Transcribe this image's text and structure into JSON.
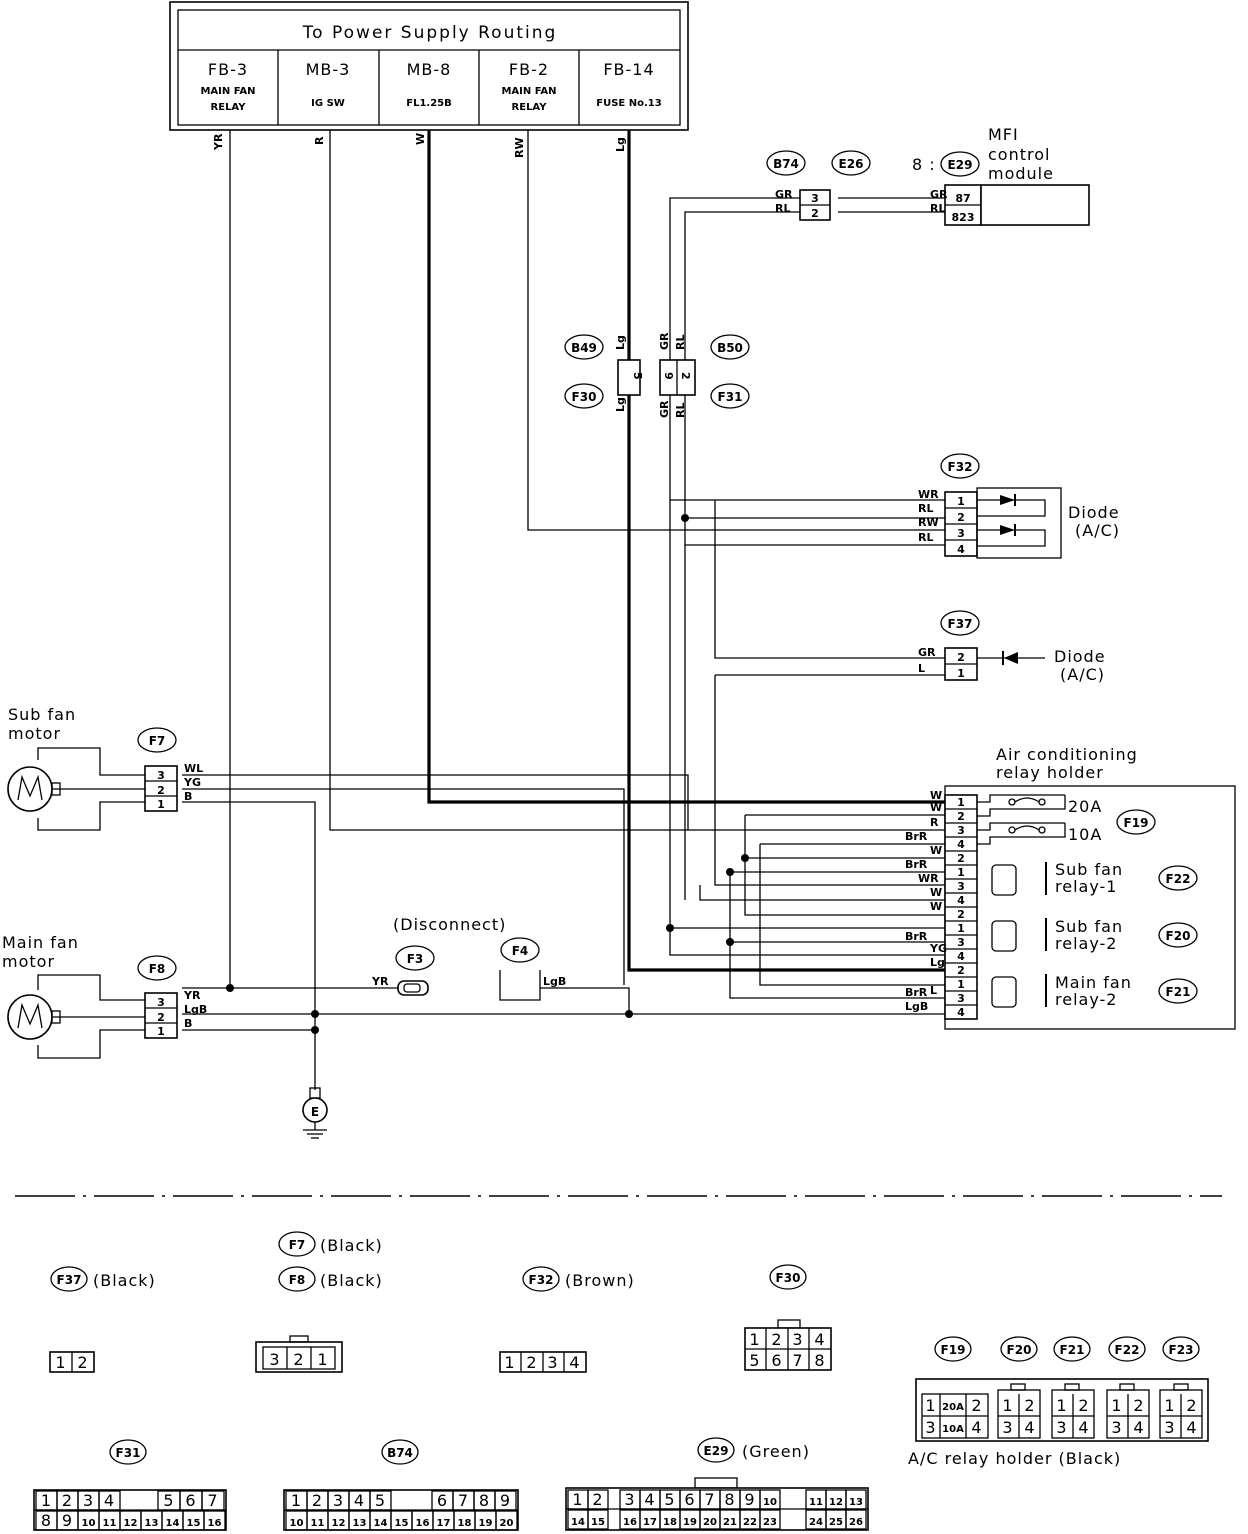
{
  "header": {
    "title": "To Power Supply Routing",
    "columns": [
      {
        "code": "FB-3",
        "sub1": "MAIN FAN",
        "sub2": "RELAY"
      },
      {
        "code": "MB-3",
        "sub1": "IG SW",
        "sub2": ""
      },
      {
        "code": "MB-8",
        "sub1": "FL1.25B",
        "sub2": ""
      },
      {
        "code": "FB-2",
        "sub1": "MAIN FAN",
        "sub2": "RELAY"
      },
      {
        "code": "FB-14",
        "sub1": "FUSE No.13",
        "sub2": ""
      }
    ],
    "wires": [
      "YR",
      "R",
      "W",
      "RW",
      "Lg"
    ]
  },
  "mfi": {
    "line1": "MFI",
    "line2": "control",
    "line3": "module",
    "prefix": "8 :",
    "conn": "E29",
    "pins": [
      "87",
      "823"
    ],
    "wires": [
      "GR",
      "RL"
    ]
  },
  "b74_e26": {
    "conn1": "B74",
    "conn2": "E26",
    "pins": [
      "3",
      "2"
    ],
    "wires": [
      "GR",
      "RL"
    ]
  },
  "b49_f30": {
    "conn_top": "B49",
    "conn_bottom": "F30",
    "pin": "5",
    "wire": "Lg"
  },
  "b50_f31": {
    "conn_top": "B50",
    "conn_bottom": "F31",
    "pins": [
      "9",
      "2"
    ],
    "wires": [
      "GR",
      "RL"
    ]
  },
  "f32": {
    "conn": "F32",
    "pins": [
      "1",
      "2",
      "3",
      "4"
    ],
    "wires": [
      "WR",
      "RL",
      "RW",
      "RL"
    ],
    "label1": "Diode",
    "label2": "(A/C)"
  },
  "f37": {
    "conn": "F37",
    "pins": [
      "2",
      "1"
    ],
    "wires": [
      "GR",
      "L"
    ],
    "label1": "Diode",
    "label2": "(A/C)"
  },
  "sub_fan": {
    "label1": "Sub fan",
    "label2": "motor",
    "conn": "F7",
    "pins": [
      "3",
      "2",
      "1"
    ],
    "wires": [
      "WL",
      "YG",
      "B"
    ]
  },
  "main_fan": {
    "label1": "Main fan",
    "label2": "motor",
    "conn": "F8",
    "pins": [
      "3",
      "2",
      "1"
    ],
    "wires": [
      "YR",
      "LgB",
      "B"
    ]
  },
  "disconnect": {
    "label": "(Disconnect)",
    "f3": "F3",
    "f3_wire": "YR",
    "f4": "F4",
    "f4_wire": "LgB"
  },
  "ground": {
    "label": "E"
  },
  "relay_holder": {
    "label1": "Air conditioning",
    "label2": "relay holder",
    "fuses": [
      {
        "amp": "20A",
        "conn": "F19"
      },
      {
        "amp": "10A",
        "conn": ""
      }
    ],
    "relays": [
      {
        "name1": "Sub fan",
        "name2": "relay-1",
        "conn": "F22"
      },
      {
        "name1": "Sub fan",
        "name2": "relay-2",
        "conn": "F20"
      },
      {
        "name1": "Main fan",
        "name2": "relay-2",
        "conn": "F21"
      }
    ],
    "pins": [
      "1",
      "2",
      "3",
      "4",
      "2",
      "1",
      "3",
      "4",
      "2",
      "1",
      "3",
      "4",
      "2",
      "1",
      "3",
      "4"
    ],
    "wires": [
      "W",
      "W",
      "R",
      "BrR",
      "W",
      "BrR",
      "WR",
      "W",
      "W",
      "BrR",
      "YG",
      "Lg",
      "L",
      "BrR",
      "LgB",
      ""
    ]
  },
  "connector_views": {
    "f7": "F7",
    "f7_color": "(Black)",
    "f8": "F8",
    "f8_color": "(Black)",
    "f37": "F37",
    "f37_color": "(Black)",
    "f32": "F32",
    "f32_color": "(Brown)",
    "f30": "F30",
    "f31": "F31",
    "b74": "B74",
    "e29": "E29",
    "e29_color": "(Green)",
    "ac_conns": [
      "F19",
      "F20",
      "F21",
      "F22",
      "F23"
    ],
    "ac_label": "A/C relay holder (Black)",
    "f37_pins": [
      "1",
      "2"
    ],
    "f78_pins": [
      "3",
      "2",
      "1"
    ],
    "f32_pins": [
      "1",
      "2",
      "3",
      "4"
    ],
    "f30_top": [
      "1",
      "2",
      "3",
      "4"
    ],
    "f30_bot": [
      "5",
      "6",
      "7",
      "8"
    ],
    "f31_top_a": [
      "1",
      "2",
      "3",
      "4"
    ],
    "f31_top_b": [
      "5",
      "6",
      "7"
    ],
    "f31_bot": [
      "8",
      "9",
      "10",
      "11",
      "12",
      "13",
      "14",
      "15",
      "16"
    ],
    "b74_top_a": [
      "1",
      "2",
      "3",
      "4",
      "5"
    ],
    "b74_top_b": [
      "6",
      "7",
      "8",
      "9"
    ],
    "b74_bot": [
      "10",
      "11",
      "12",
      "13",
      "14",
      "15",
      "16",
      "17",
      "18",
      "19",
      "20"
    ],
    "e29_top_a": [
      "1",
      "2"
    ],
    "e29_top_b": [
      "3",
      "4",
      "5",
      "6",
      "7",
      "8",
      "9",
      "10"
    ],
    "e29_top_c": [
      "11",
      "12",
      "13"
    ],
    "e29_bot_a": [
      "14",
      "15"
    ],
    "e29_bot_b": [
      "16",
      "17",
      "18",
      "19",
      "20",
      "21",
      "22",
      "23"
    ],
    "e29_bot_c": [
      "24",
      "25",
      "26"
    ],
    "ac_f19": [
      "1",
      "20A",
      "2",
      "3",
      "10A",
      "4"
    ],
    "ac_relay": [
      "1",
      "2",
      "3",
      "4"
    ]
  }
}
